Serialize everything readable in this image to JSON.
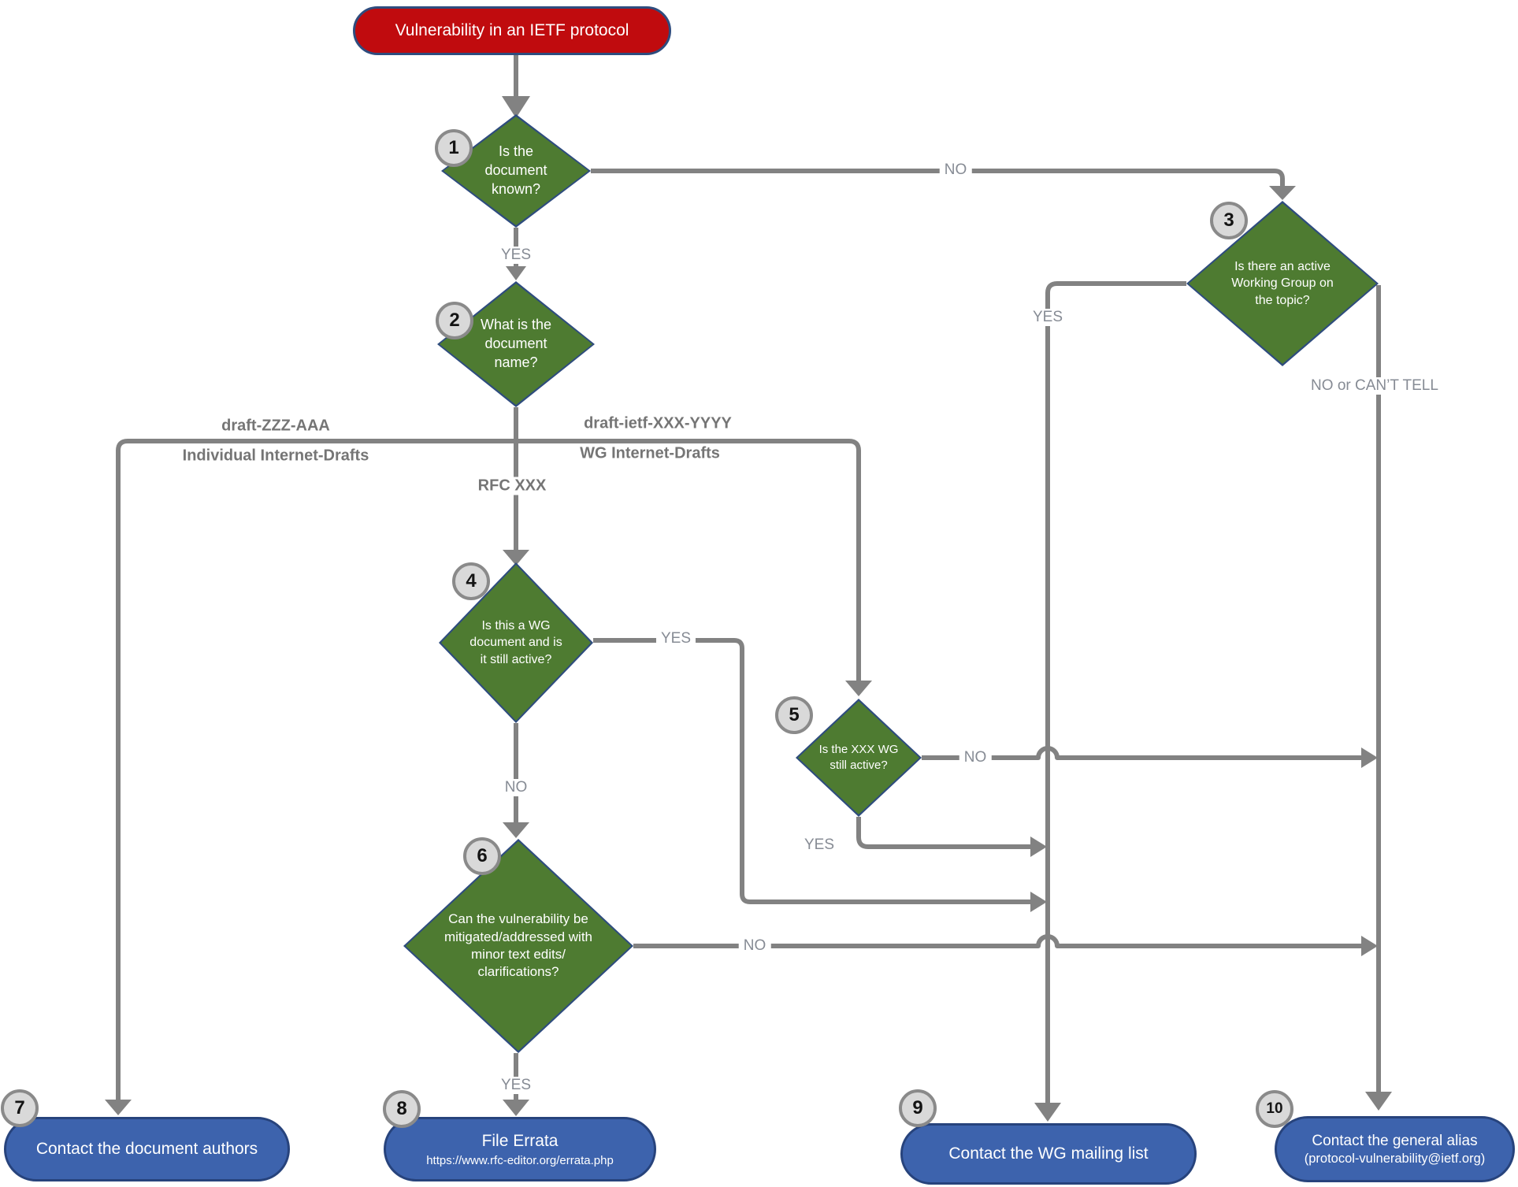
{
  "colors": {
    "decision_fill": "#4e7b31",
    "decision_border": "#2e4c7e",
    "terminal_fill": "#3d63ad",
    "terminal_border": "#27437c",
    "start_fill": "#c00b0e",
    "wire_gray": "#828282",
    "edge_label_gray": "#868b94",
    "branch_label_gray": "#757575",
    "badge_fill": "#d9d9d9",
    "badge_border": "#8a8a8a"
  },
  "start_node": {
    "label": "Vulnerability in an IETF protocol"
  },
  "decisions": [
    {
      "num": "1",
      "lines": [
        "Is the",
        "document",
        "known?"
      ]
    },
    {
      "num": "2",
      "lines": [
        "What is the",
        "document",
        "name?"
      ]
    },
    {
      "num": "3",
      "lines": [
        "Is there an active",
        "Working Group on",
        "the topic?"
      ]
    },
    {
      "num": "4",
      "lines": [
        "Is this a WG",
        "document and is",
        "it still active?"
      ]
    },
    {
      "num": "5",
      "lines": [
        "Is the XXX WG",
        "still active?"
      ]
    },
    {
      "num": "6",
      "lines": [
        "Can the vulnerability be",
        "mitigated/addressed with",
        "minor text edits/",
        "clarifications?"
      ]
    }
  ],
  "terminals": [
    {
      "num": "7",
      "title": "Contact the document authors",
      "subtitle": ""
    },
    {
      "num": "8",
      "title": "File Errata",
      "subtitle": "https://www.rfc-editor.org/errata.php"
    },
    {
      "num": "9",
      "title": "Contact the WG mailing list",
      "subtitle": ""
    },
    {
      "num": "10",
      "title": "Contact the general alias",
      "subtitle": "(protocol-vulnerability@ietf.org)"
    }
  ],
  "edge_labels": {
    "d1_yes": "YES",
    "d1_no": "NO",
    "branch_individual_line1": "draft-ZZZ-AAA",
    "branch_individual_line2": "Individual Internet-Drafts",
    "branch_wg_line1": "draft-ietf-XXX-YYYY",
    "branch_wg_line2": "WG Internet-Drafts",
    "branch_rfc": "RFC XXX",
    "d3_yes": "YES",
    "d3_no": "NO or CAN’T TELL",
    "d4_yes": "YES",
    "d4_no": "NO",
    "d5_yes": "YES",
    "d5_no": "NO",
    "d6_yes": "YES",
    "d6_no": "NO"
  }
}
